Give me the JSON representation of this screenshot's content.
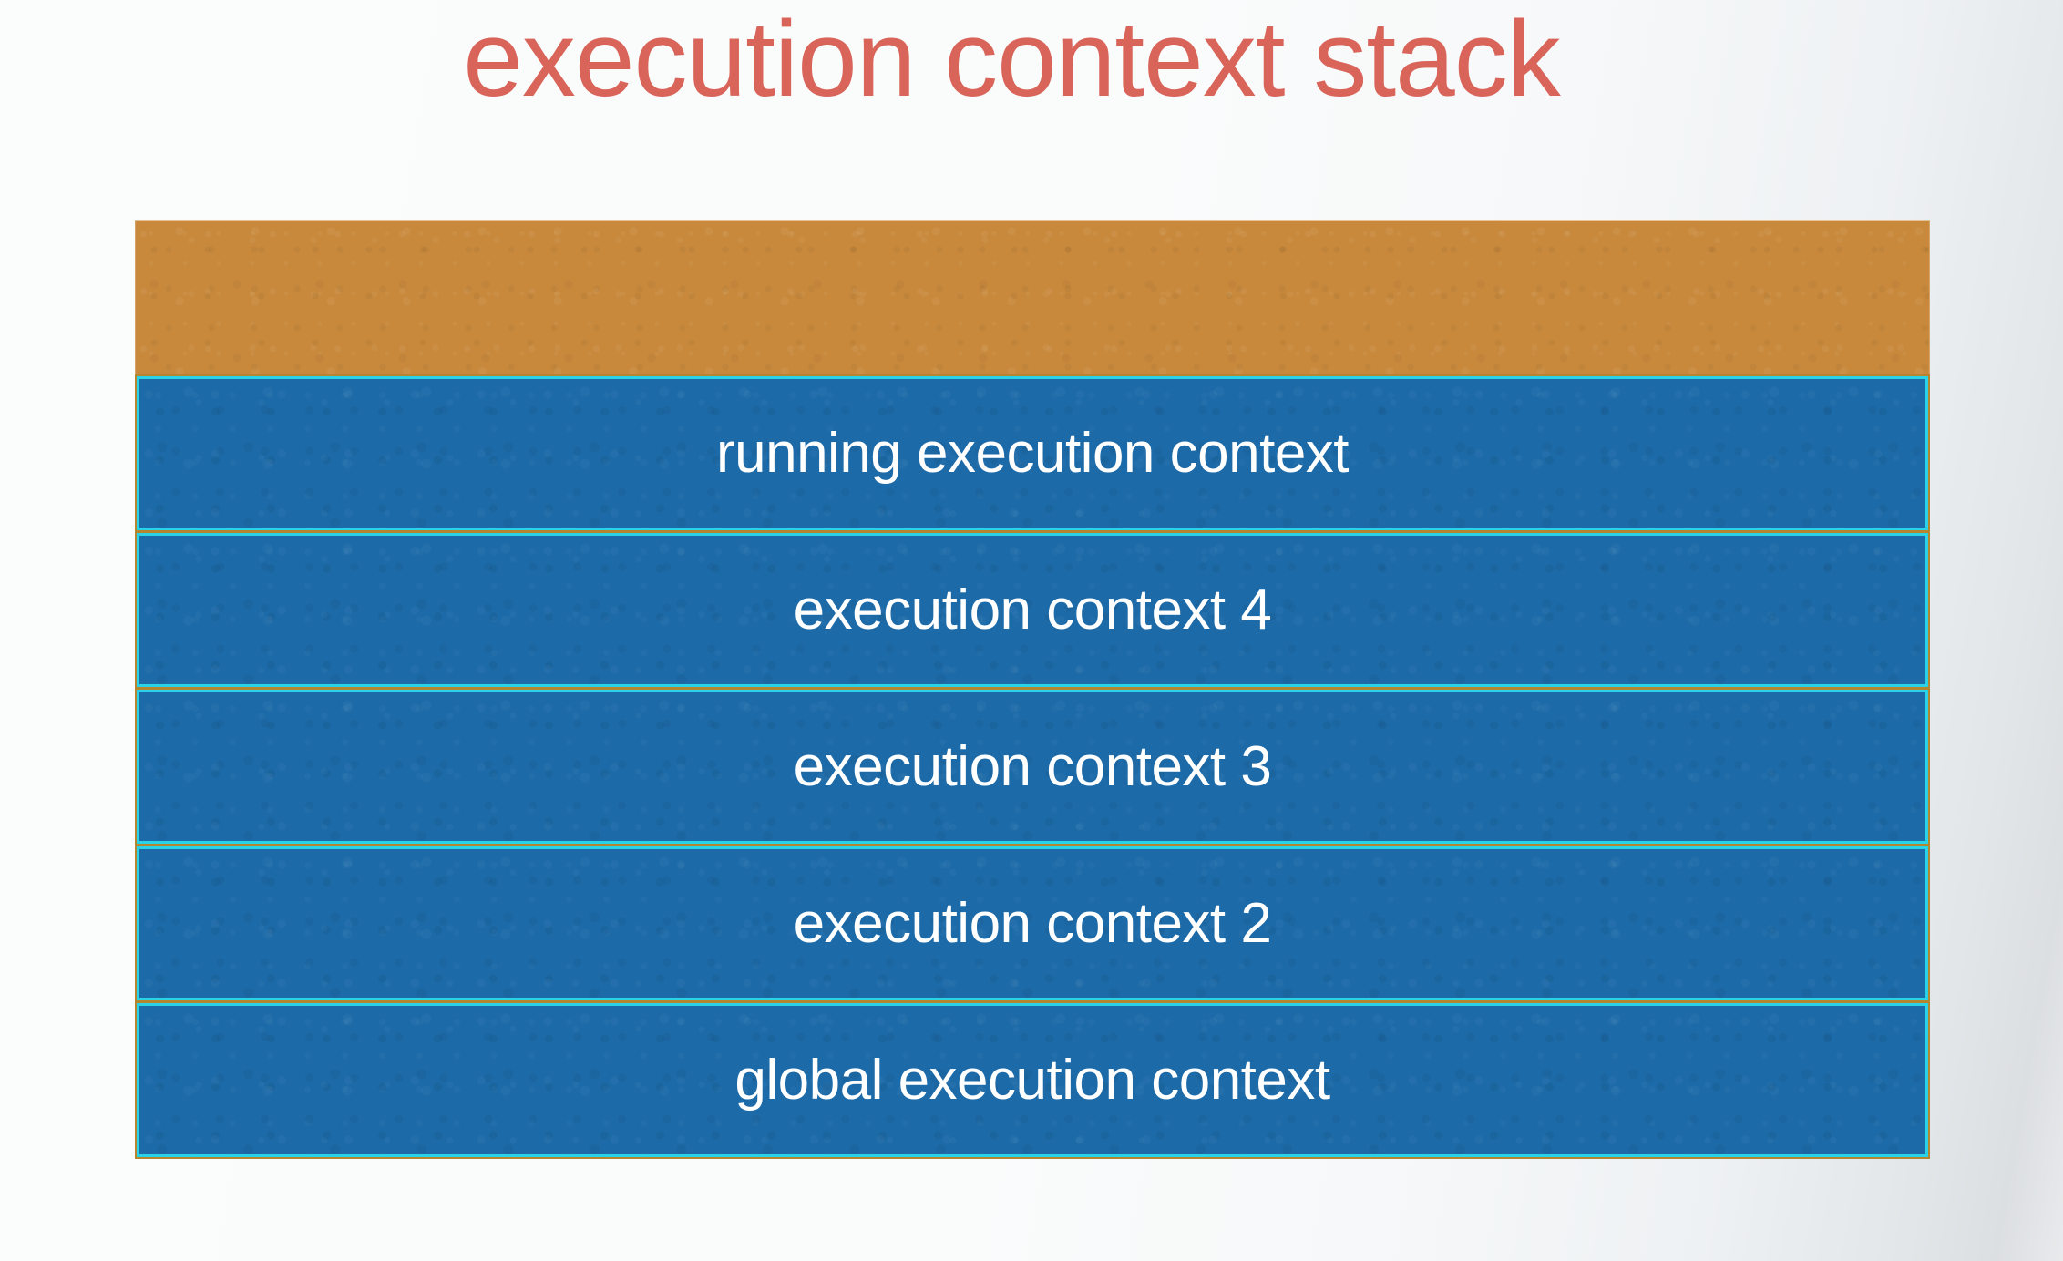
{
  "slide": {
    "title": "execution context stack",
    "title_color": "#d9655a",
    "background_color": "#fafcfc"
  },
  "stack": {
    "free_slot": {
      "name": "empty-stack-space",
      "label": "",
      "fill_color": "#c8893c",
      "border_color": "#b3862f"
    },
    "frames": [
      {
        "label": "running execution context",
        "fill_color": "#1c6aa8",
        "border_color": "#2ad2e8",
        "outer_border_color": "#b3862f"
      },
      {
        "label": "execution context 4",
        "fill_color": "#1c6aa8",
        "border_color": "#2ad2e8",
        "outer_border_color": "#b3862f"
      },
      {
        "label": "execution context 3",
        "fill_color": "#1c6aa8",
        "border_color": "#2ad2e8",
        "outer_border_color": "#b3862f"
      },
      {
        "label": "execution context 2",
        "fill_color": "#1c6aa8",
        "border_color": "#2ad2e8",
        "outer_border_color": "#b3862f"
      },
      {
        "label": "global execution context",
        "fill_color": "#1c6aa8",
        "border_color": "#2ad2e8",
        "outer_border_color": "#b3862f"
      }
    ]
  }
}
